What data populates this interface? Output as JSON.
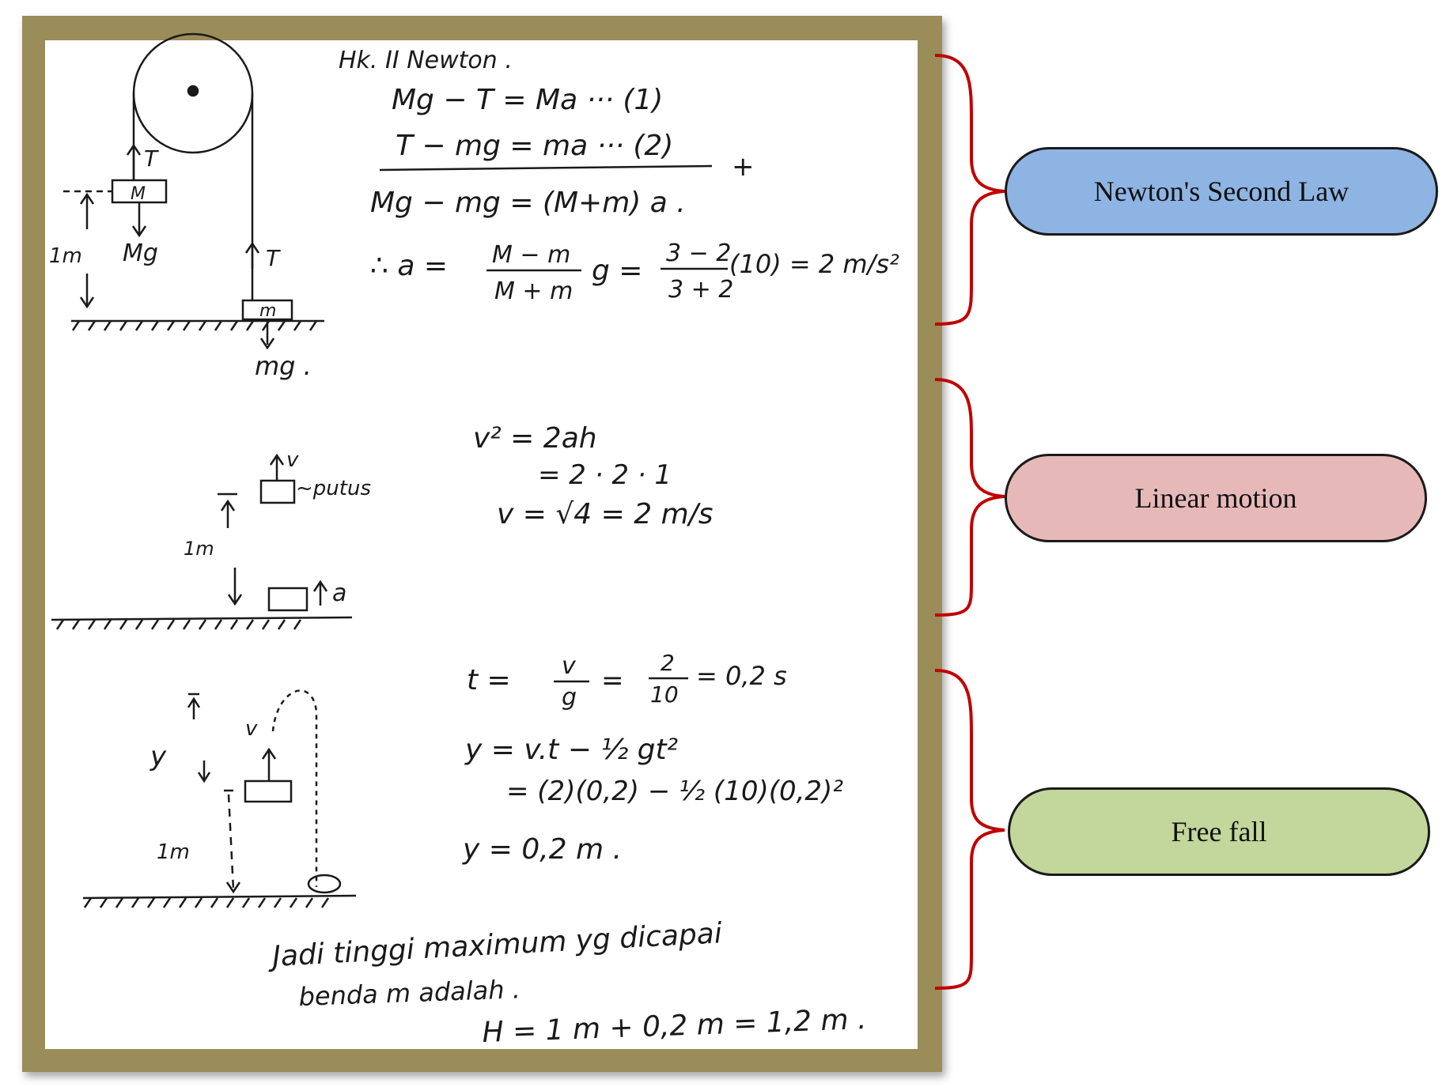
{
  "colors": {
    "frame": "#9a8d5a",
    "brace": "#c00000",
    "newton_box": "#8eb4e3",
    "linear_box": "#e6b9b8",
    "freefall_box": "#c3d69b"
  },
  "labels": {
    "newton": "Newton's Second Law",
    "linear": "Linear motion",
    "freefall": "Free fall"
  },
  "notes": {
    "section1": {
      "heading": "Hk. II Newton .",
      "eq1": "Mg − T = Ma ··· (1)",
      "eq2": "T − mg = ma ··· (2)",
      "plus": "+",
      "eq3": "Mg − mg = (M+m) a .",
      "result_lhs": "∴ a =",
      "frac1_num": "M − m",
      "frac1_den": "M + m",
      "g_eq": "g =",
      "frac2_num": "3 − 2",
      "frac2_den": "3 + 2",
      "result_rhs": "(10) = 2 m/s²",
      "fig_T_left": "T",
      "fig_M": "M",
      "fig_Mg": "Mg",
      "fig_1m": "1m",
      "fig_T_right": "T",
      "fig_m": "m",
      "fig_mg": "mg ."
    },
    "section2": {
      "eq1": "v² = 2ah",
      "eq2": "= 2 · 2 · 1",
      "eq3": "v = √4 = 2 m/s",
      "fig_v": "v",
      "fig_putus": "~putus",
      "fig_1m": "1m",
      "fig_a": "a"
    },
    "section3": {
      "eq_t_lhs": "t =",
      "frac_v": "v",
      "frac_g": "g",
      "eq_t_mid": "=",
      "frac_2": "2",
      "frac_10": "10",
      "eq_t_rhs": "= 0,2 s",
      "eq_y1": "y = v.t − ½ gt²",
      "eq_y2": "= (2)(0,2) − ½ (10)(0,2)²",
      "eq_y3": "y = 0,2 m .",
      "fig_y": "y",
      "fig_v": "v",
      "fig_1m": "1m",
      "conclusion1": "Jadi tinggi maximum yg dicapai",
      "conclusion2": "benda m adalah .",
      "conclusion3": "H = 1 m + 0,2 m = 1,2 m ."
    }
  }
}
